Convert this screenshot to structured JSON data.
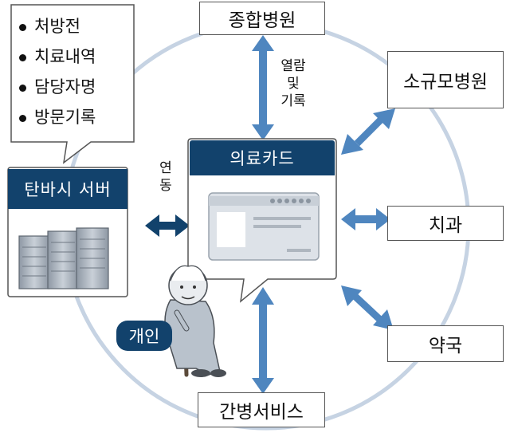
{
  "info_bubble": {
    "items": [
      "처방전",
      "치료내역",
      "담당자명",
      "방문기록"
    ]
  },
  "server": {
    "title": "탄바시 서버"
  },
  "link_label": {
    "chars": [
      "연",
      "동"
    ]
  },
  "medical_card": {
    "title": "의료카드"
  },
  "person": {
    "label": "개인"
  },
  "access_label": {
    "lines": [
      "열람",
      "및",
      "기록"
    ]
  },
  "nodes": {
    "general_hospital": "종합병원",
    "small_hospital": "소규모병원",
    "dental": "치과",
    "pharmacy": "약국",
    "care_service": "간병서비스"
  },
  "colors": {
    "navy": "#12426c",
    "arrow_blue": "#4f86bf",
    "ring": "#c6d3e3"
  }
}
